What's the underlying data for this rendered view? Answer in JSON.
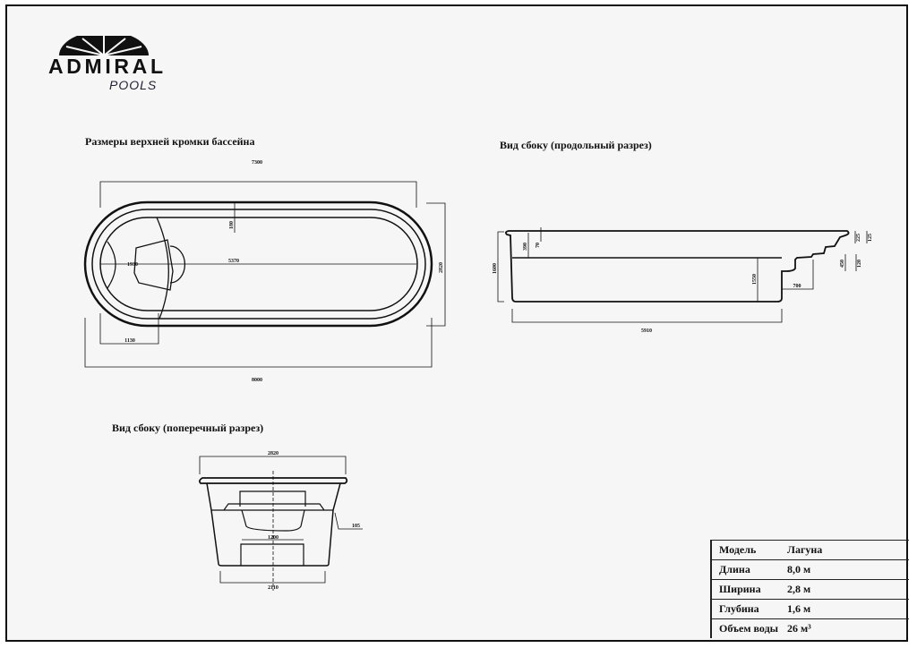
{
  "logo": {
    "brand": "ADMIRAL",
    "sub": "POOLS"
  },
  "top_view": {
    "title": "Размеры верхней кромки бассейна",
    "dims": {
      "inner_length": "7300",
      "total_length": "8000",
      "width": "2820",
      "straight": "5370",
      "step_width": "1930",
      "step_depth": "1130",
      "rim": "180"
    }
  },
  "long_section": {
    "title": "Вид сбоку (продольный разрез)",
    "dims": {
      "depth_total": "1600",
      "shallow": "390",
      "rim": "70",
      "deep": "1550",
      "bottom_length": "5910",
      "step_len": "700",
      "s1": "225",
      "s2": "125",
      "s3": "450",
      "s4": "120"
    }
  },
  "cross_section": {
    "title": "Вид сбоку (поперечный разрез)",
    "dims": {
      "top_width": "2820",
      "step_width": "1200",
      "bottom_width": "2110",
      "offset": "105"
    }
  },
  "spec_table": [
    {
      "key": "Модель",
      "value": "Лагуна"
    },
    {
      "key": "Длина",
      "value": "8,0 м"
    },
    {
      "key": "Ширина",
      "value": "2,8 м"
    },
    {
      "key": "Глубина",
      "value": "1,6 м"
    },
    {
      "key": "Объем воды",
      "value": "26 м³"
    }
  ]
}
